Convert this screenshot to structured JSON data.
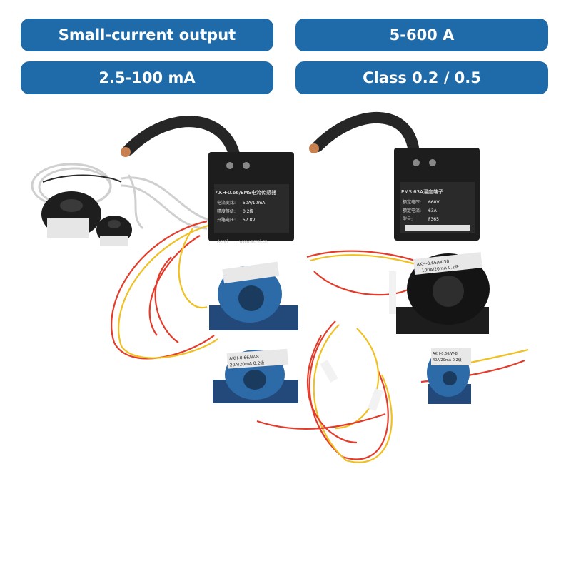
{
  "badges": {
    "small_current_output": "Small-current output",
    "range_amps": "5-600 A",
    "range_milliamps": "2.5-100 mA",
    "accuracy_class": "Class 0.2 / 0.5"
  },
  "product_labels": {
    "left_box_model": "AKH-0.66/EMS电流传感器",
    "left_box_ratio_label": "电流变比:",
    "left_box_ratio": "50A/10mA",
    "left_box_class_label": "精度等级:",
    "left_box_class": "0.2级",
    "left_box_voltage_label": "开路电压:",
    "left_box_voltage": "57.8V",
    "right_box_model": "EMS 63A温度端子",
    "right_box_voltage_label": "额定电压:",
    "right_box_voltage": "660V",
    "right_box_current_label": "额定电流:",
    "right_box_current": "63A",
    "right_box_type_label": "型号:",
    "right_box_type": "F365",
    "ct_mid_label": "AKH-0.66/W-8",
    "ct_mid_rating": "20A/20mA 0.2级",
    "ct_right_small": "AKH-0.66/W-8",
    "ct_right_small_rating": "40A/20mA 0.2级",
    "ct_black_label": "AKH-0.66/W-30",
    "ct_black_rating": "100A/20mA 0.2级",
    "brand": "Acrel",
    "website": "www.acrel.cn"
  },
  "colors": {
    "badge_bg": "#1f6aa8",
    "badge_text": "#ffffff"
  }
}
